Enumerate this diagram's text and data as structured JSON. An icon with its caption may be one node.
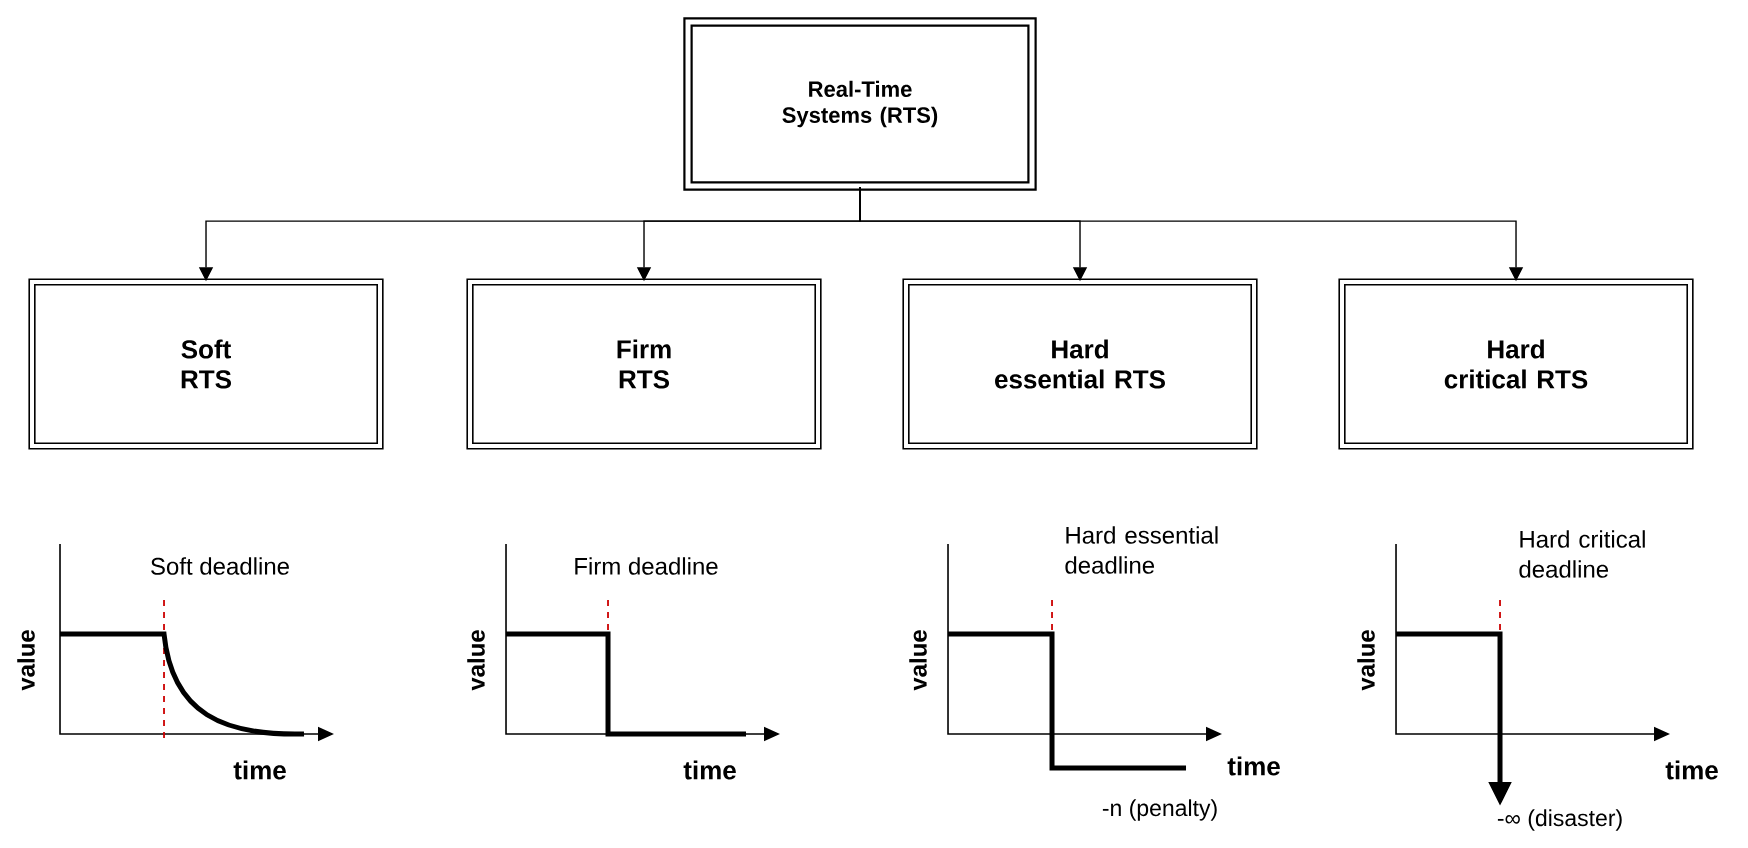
{
  "diagram": {
    "nodes": [
      {
        "text": [
          "Real-Time Systems (RTS)"
        ]
      },
      {
        "text": [
          "Soft RTS"
        ]
      },
      {
        "text": [
          "Firm RTS"
        ]
      },
      {
        "text": [
          "Hard essential RTS"
        ]
      },
      {
        "text": [
          "Hard critical RTS"
        ]
      }
    ],
    "edges": [
      {
        "from": 0,
        "to": 1,
        "arrow": "to"
      },
      {
        "from": 0,
        "to": 2,
        "arrow": "to"
      },
      {
        "from": 0,
        "to": 3,
        "arrow": "to"
      },
      {
        "from": 0,
        "to": 4,
        "arrow": "to"
      }
    ],
    "labels": [
      "Soft deadline",
      "value",
      "time",
      "Firm deadline",
      "value",
      "time",
      "Hard essential deadline",
      "value",
      "time",
      "-n (penalty)",
      "Hard critical deadline",
      "value",
      "time",
      "-∞ (disaster)"
    ]
  }
}
